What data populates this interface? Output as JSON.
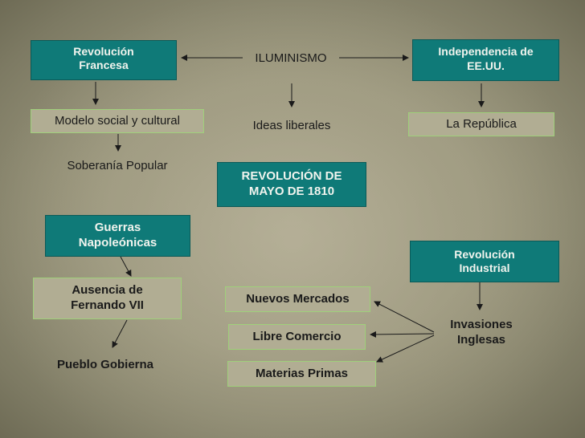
{
  "nodes": {
    "revolucion_francesa": "Revolución\nFrancesa",
    "iluminismo": "ILUMINISMO",
    "independencia": "Independencia de\nEE.UU.",
    "modelo_social": "Modelo social y cultural",
    "ideas_liberales": "Ideas liberales",
    "la_republica": "La República",
    "soberania_popular": "Soberanía Popular",
    "revolucion_mayo": "REVOLUCIÓN DE\nMAYO DE 1810",
    "guerras_napoleonicas": "Guerras\nNapoleónicas",
    "revolucion_industrial": "Revolución\nIndustrial",
    "ausencia_fernando": "Ausencia de\nFernando VII",
    "nuevos_mercados": "Nuevos Mercados",
    "libre_comercio": "Libre Comercio",
    "materias_primas": "Materias Primas",
    "invasiones_inglesas": "Invasiones\nInglesas",
    "pueblo_gobierna": "Pueblo Gobierna"
  },
  "colors": {
    "teal_box": "#0f7a78",
    "outline_green": "#9fd07a",
    "background": "#a39f86"
  }
}
